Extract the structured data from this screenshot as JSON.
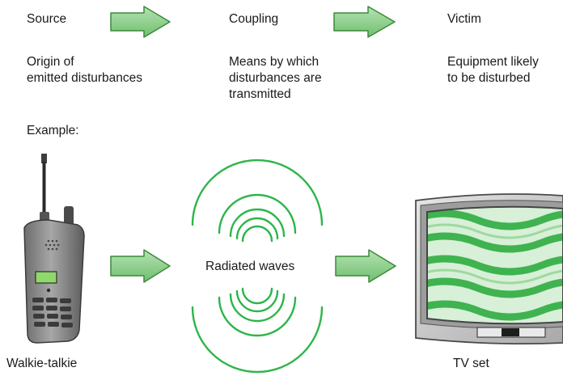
{
  "stages": [
    {
      "title": "Source",
      "description": "Origin of\nemitted disturbances"
    },
    {
      "title": "Coupling",
      "description": "Means by which\ndisturbances are\ntransmitted"
    },
    {
      "title": "Victim",
      "description": "Equipment likely\nto be disturbed"
    }
  ],
  "example_label": "Example:",
  "example": {
    "source_label": "Walkie-talkie",
    "coupling_label": "Radiated waves",
    "victim_label": "TV set"
  },
  "colors": {
    "arrow_fill": "#8fcf8f",
    "arrow_stroke": "#3a8a3a",
    "wave": "#2db54a",
    "screen_stripe": "#3fb34f",
    "screen_bg": "#d8efd8",
    "device_body": "#8c8c8c"
  },
  "icons": [
    "arrow-right-icon",
    "walkie-talkie-icon",
    "radio-waves-icon",
    "tv-set-icon"
  ]
}
